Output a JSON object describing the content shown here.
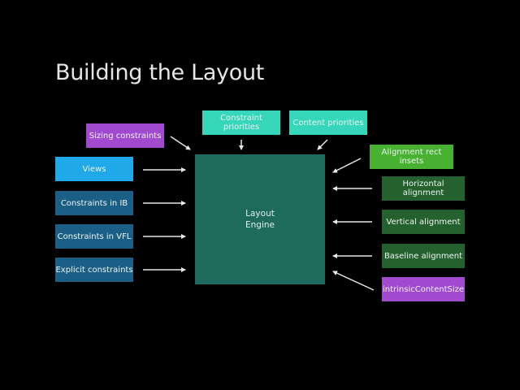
{
  "title": "Building the Layout",
  "engine": {
    "line1": "Layout",
    "line2": "Engine",
    "color": "#1e6b5e"
  },
  "top_inputs": [
    {
      "label": "Sizing constraints",
      "color": "#a14ad0"
    },
    {
      "label": "Constraint priorities",
      "color": "#35d6b9"
    },
    {
      "label": "Content priorities",
      "color": "#35d6b9"
    }
  ],
  "left_inputs": [
    {
      "label": "Views",
      "color": "#1fa9e8"
    },
    {
      "label": "Constraints in IB",
      "color": "#1b5e86"
    },
    {
      "label": "Constraints in VFL",
      "color": "#1b5e86"
    },
    {
      "label": "Explicit constraints",
      "color": "#1b5e86"
    }
  ],
  "right_inputs": [
    {
      "label": "Alignment rect insets",
      "color": "#49b132"
    },
    {
      "label": "Horizontal alignment",
      "color": "#24612e"
    },
    {
      "label": "Vertical alignment",
      "color": "#24612e"
    },
    {
      "label": "Baseline alignment",
      "color": "#24612e"
    },
    {
      "label": "intrinsicContentSize",
      "color": "#a14ad0"
    }
  ]
}
